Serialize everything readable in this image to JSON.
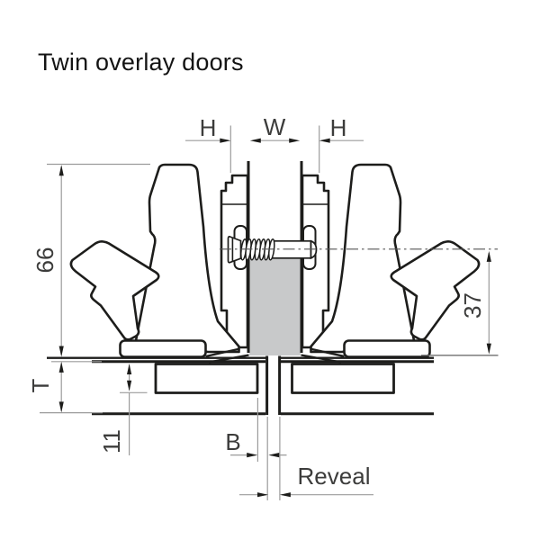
{
  "page": {
    "title": "Twin overlay doors",
    "background": "#ffffff"
  },
  "colors": {
    "outline": "#1d1d1b",
    "dimension_line": "#9b9b9b",
    "label_text": "#3c3c3b",
    "panel_fill": "#c8c9ca"
  },
  "diagram": {
    "type": "technical-drawing",
    "labels": {
      "overlay_left": "H",
      "partition_width": "W",
      "overlay_right": "H",
      "hinge_total_height": "66",
      "arm_axis_height": "37",
      "door_thickness": "T",
      "cup_depth": "11",
      "boring_distance": "B",
      "reveal": "Reveal"
    }
  }
}
